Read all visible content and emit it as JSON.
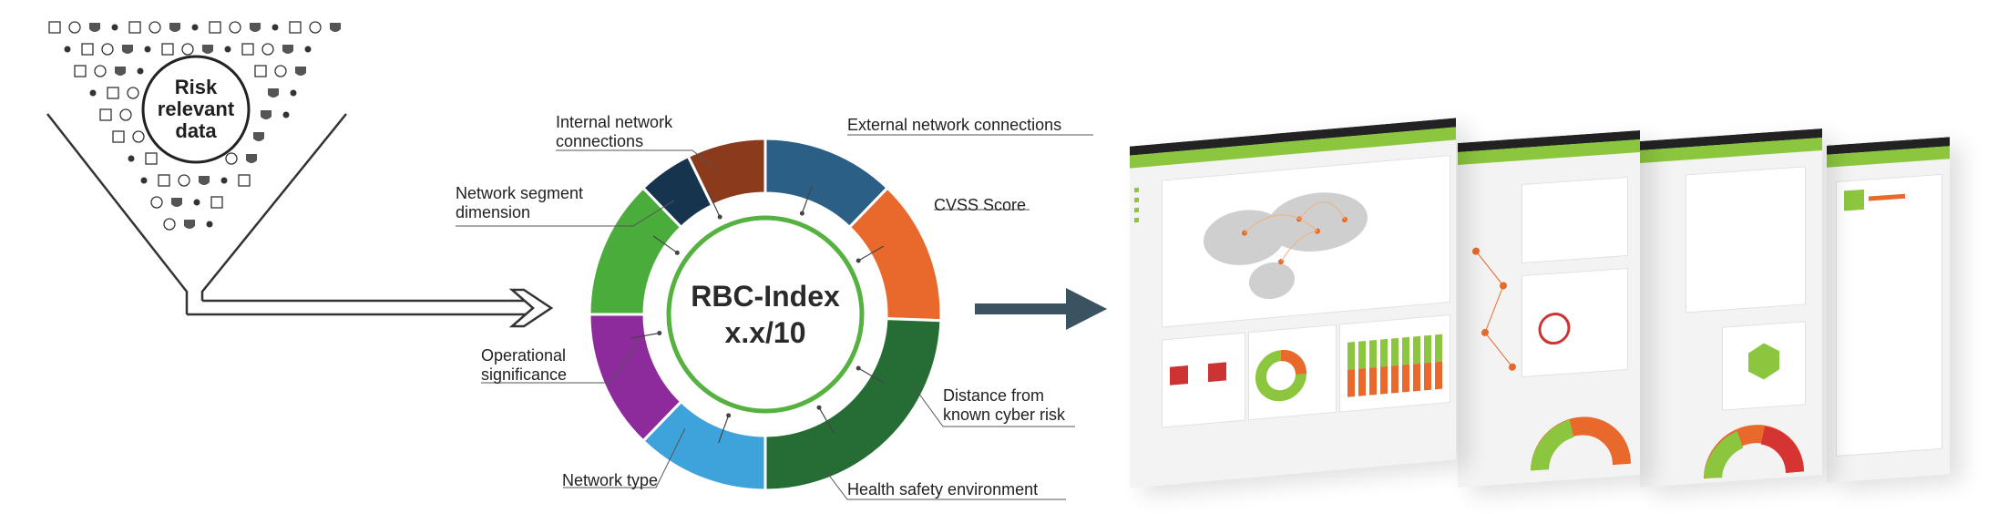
{
  "funnel": {
    "label_lines": [
      "Risk",
      "relevant",
      "data"
    ]
  },
  "center": {
    "title": "RBC-Index",
    "value": "x.x/10"
  },
  "segments": [
    {
      "id": "internal",
      "label_lines": [
        "Internal network",
        "connections"
      ],
      "color": "#8b3a1c"
    },
    {
      "id": "external",
      "label_lines": [
        "External network connections"
      ],
      "color": "#2b5f86"
    },
    {
      "id": "cvss",
      "label_lines": [
        "CVSS Score"
      ],
      "color": "#e8692b"
    },
    {
      "id": "distance",
      "label_lines": [
        "Distance from",
        "known cyber risk"
      ],
      "color": "#256d34"
    },
    {
      "id": "hse",
      "label_lines": [
        "Health safety environment"
      ],
      "color": "#3fa3db"
    },
    {
      "id": "nettype",
      "label_lines": [
        "Network type"
      ],
      "color": "#8e2b9c"
    },
    {
      "id": "operational",
      "label_lines": [
        "Operational",
        "significance"
      ],
      "color": "#4aac3a"
    },
    {
      "id": "segment",
      "label_lines": [
        "Network segment",
        "dimension"
      ],
      "color": "#16344d"
    }
  ],
  "colors": {
    "ring_inner": "#55b140",
    "arrow": "#3b5360",
    "brand_green": "#8cc63f"
  },
  "icons": [
    "bug-icon",
    "chart-icon",
    "document-icon",
    "shield-icon",
    "network-icon",
    "nc-icon",
    "ot-icon",
    "it-icon"
  ]
}
